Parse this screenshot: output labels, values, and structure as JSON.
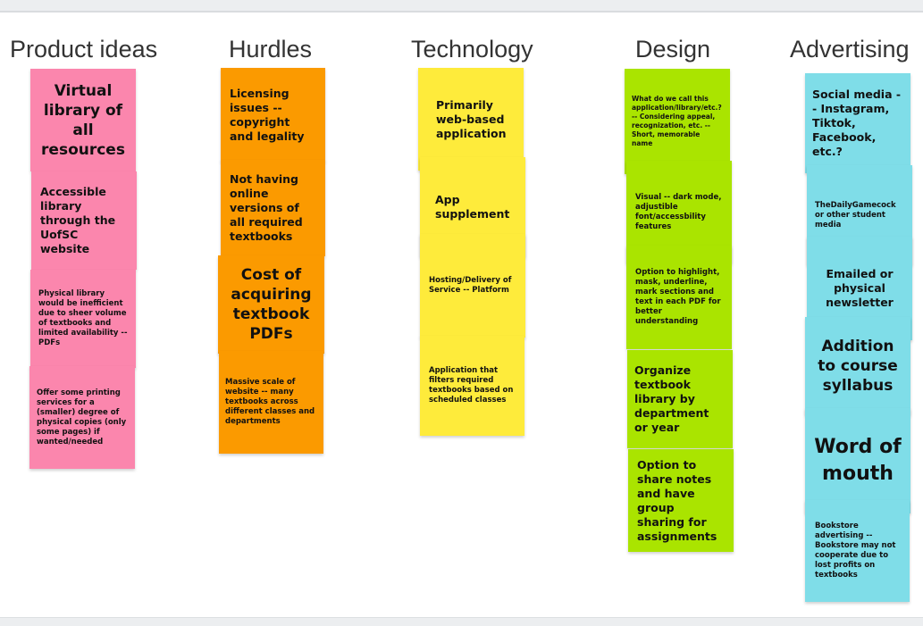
{
  "columns": [
    {
      "title": "Product ideas",
      "notes": [
        "Virtual library of all resources",
        "Accessible library through the UofSC website",
        "Physical library would be inefficient due to sheer volume of textbooks and limited availability -- PDFs",
        "Offer some printing services for a (smaller) degree of physical copies (only some pages) if wanted/needed"
      ]
    },
    {
      "title": "Hurdles",
      "notes": [
        "Licensing issues -- copyright and legality",
        "Not having online versions of all required textbooks",
        "Cost of acquiring textbook PDFs",
        "Massive scale of website -- many textbooks across different classes and departments"
      ]
    },
    {
      "title": "Technology",
      "notes": [
        "Primarily web-based application",
        "App supplement",
        "Hosting/Delivery of Service -- Platform",
        "Application that filters required textbooks based on scheduled classes"
      ]
    },
    {
      "title": "Design",
      "notes": [
        "What do we call this application/library/etc.? -- Considering appeal, recognization, etc. -- Short, memorable name",
        "Visual -- dark mode, adjustible font/accessbility features",
        "Option to highlight, mask, underline, mark sections and text in each PDF for better understanding",
        "Organize textbook library by department or year",
        "Option to share notes and have group sharing for assignments"
      ]
    },
    {
      "title": "Advertising",
      "notes": [
        "Social media -- Instagram, Tiktok, Facebook, etc.?",
        "TheDailyGamecock or other student media",
        "Emailed or physical newsletter",
        "Addition to course syllabus",
        "Word of mouth",
        "Bookstore advertising -- Bookstore may not cooperate due to lost profits on textbooks"
      ]
    }
  ],
  "colors": {
    "product_ideas": "#fb86ad",
    "hurdles": "#fb9a00",
    "technology": "#feeb3b",
    "design": "#aae400",
    "advertising": "#7fdde8"
  }
}
